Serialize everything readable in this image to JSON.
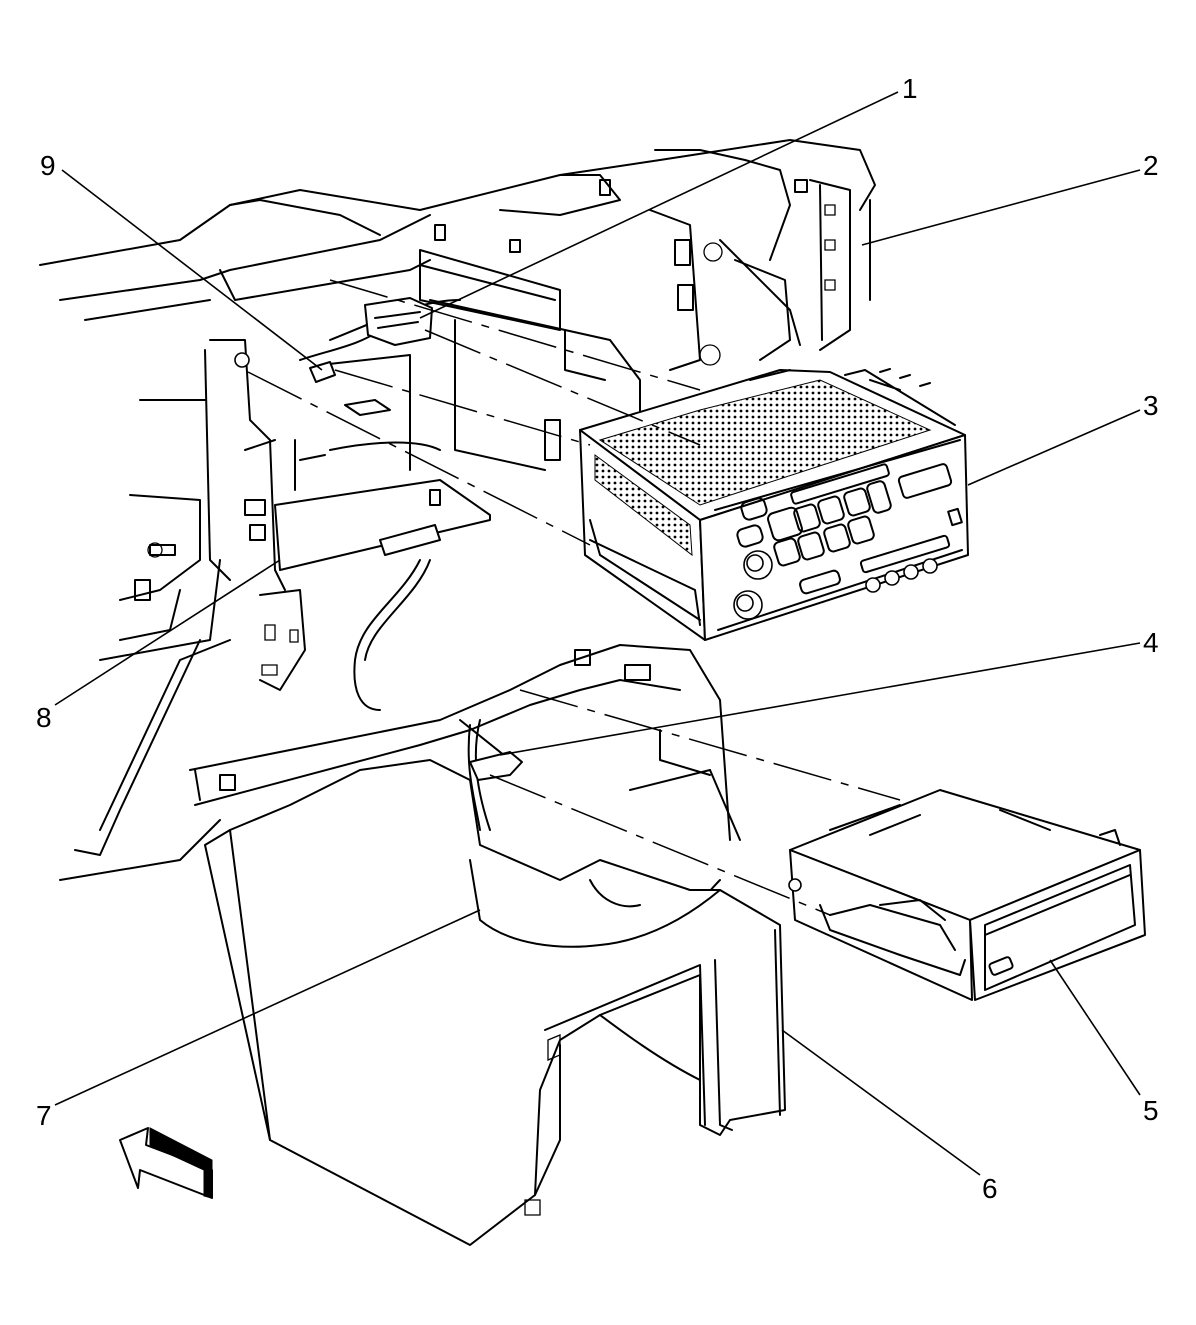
{
  "callouts": [
    {
      "id": "1",
      "label": "1"
    },
    {
      "id": "2",
      "label": "2"
    },
    {
      "id": "3",
      "label": "3"
    },
    {
      "id": "4",
      "label": "4"
    },
    {
      "id": "5",
      "label": "5"
    },
    {
      "id": "6",
      "label": "6"
    },
    {
      "id": "7",
      "label": "7"
    },
    {
      "id": "8",
      "label": "8"
    },
    {
      "id": "9",
      "label": "9"
    }
  ],
  "icons": {
    "direction_arrow": "forward-direction-arrow-icon"
  }
}
